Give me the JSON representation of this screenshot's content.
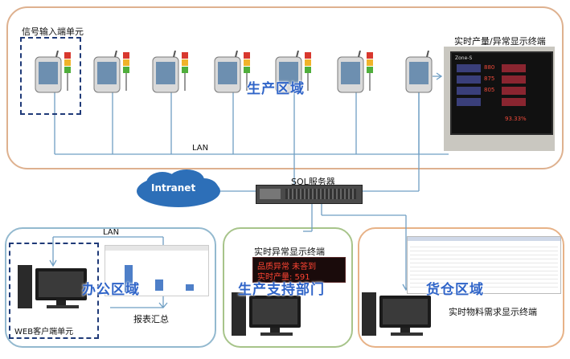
{
  "zones": {
    "production": "生产区域",
    "office": "办公区域",
    "support": "生产支持部门",
    "warehouse": "货仓区域"
  },
  "labels": {
    "signal_input_unit": "信号输入端单元",
    "realtime_display": "实时产量/异常显示终端",
    "lan_top": "LAN",
    "lan_office": "LAN",
    "intranet": "Intranet",
    "sql_server": "SQL服务器",
    "web_client": "WEB客户端单元",
    "report_summary": "报表汇总",
    "abnormal_display": "实时异常显示终端",
    "material_display": "实时物料需求显示终端"
  },
  "led_board": {
    "line1": "品质异常 未答到",
    "line2": "实时产量: 591"
  },
  "screen_panel": {
    "header": "Zone-S",
    "values": [
      "880",
      "875",
      "805",
      "93.33%"
    ]
  },
  "colors": {
    "production_border": "#deb18f",
    "office_border": "#93b9cf",
    "support_border": "#a7c48a",
    "warehouse_border": "#e7b287",
    "zone_text": "#2f64c8",
    "connector": "#6f9fc4",
    "cloud": "#2d6fb8"
  }
}
